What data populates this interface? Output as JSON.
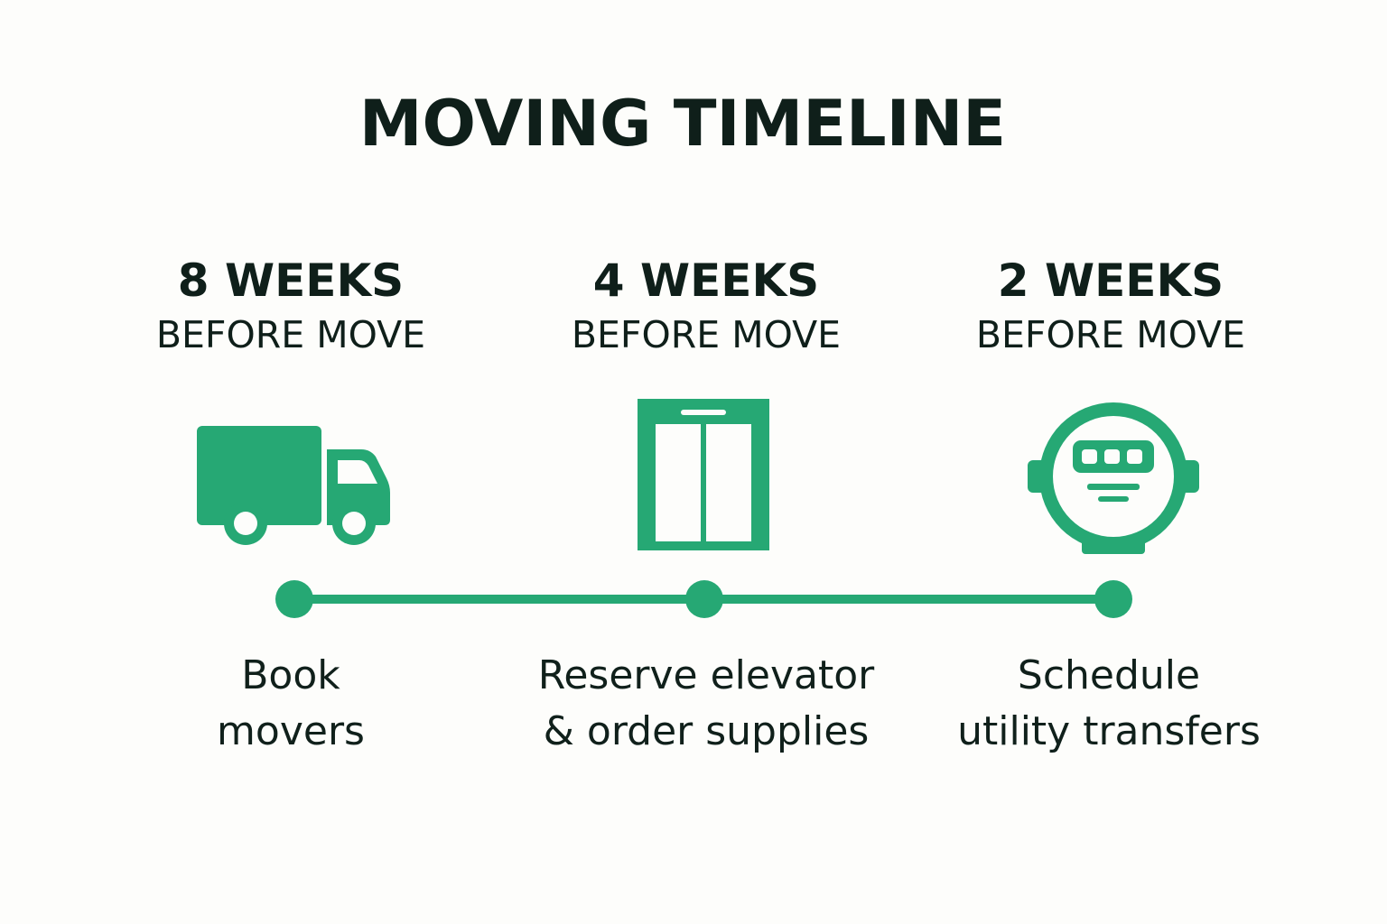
{
  "title": "MOVING TIMELINE",
  "accent_color": "#26a874",
  "steps": [
    {
      "weeks": "8 WEEKS",
      "before": "BEFORE MOVE",
      "icon": "truck-icon",
      "desc_line1": "Book",
      "desc_line2": "movers"
    },
    {
      "weeks": "4 WEEKS",
      "before": "BEFORE MOVE",
      "icon": "elevator-icon",
      "desc_line1": "Reserve elevator",
      "desc_line2": "& order supplies"
    },
    {
      "weeks": "2 WEEKS",
      "before": "BEFORE MOVE",
      "icon": "utility-meter-icon",
      "desc_line1": "Schedule",
      "desc_line2": "utility transfers"
    }
  ]
}
